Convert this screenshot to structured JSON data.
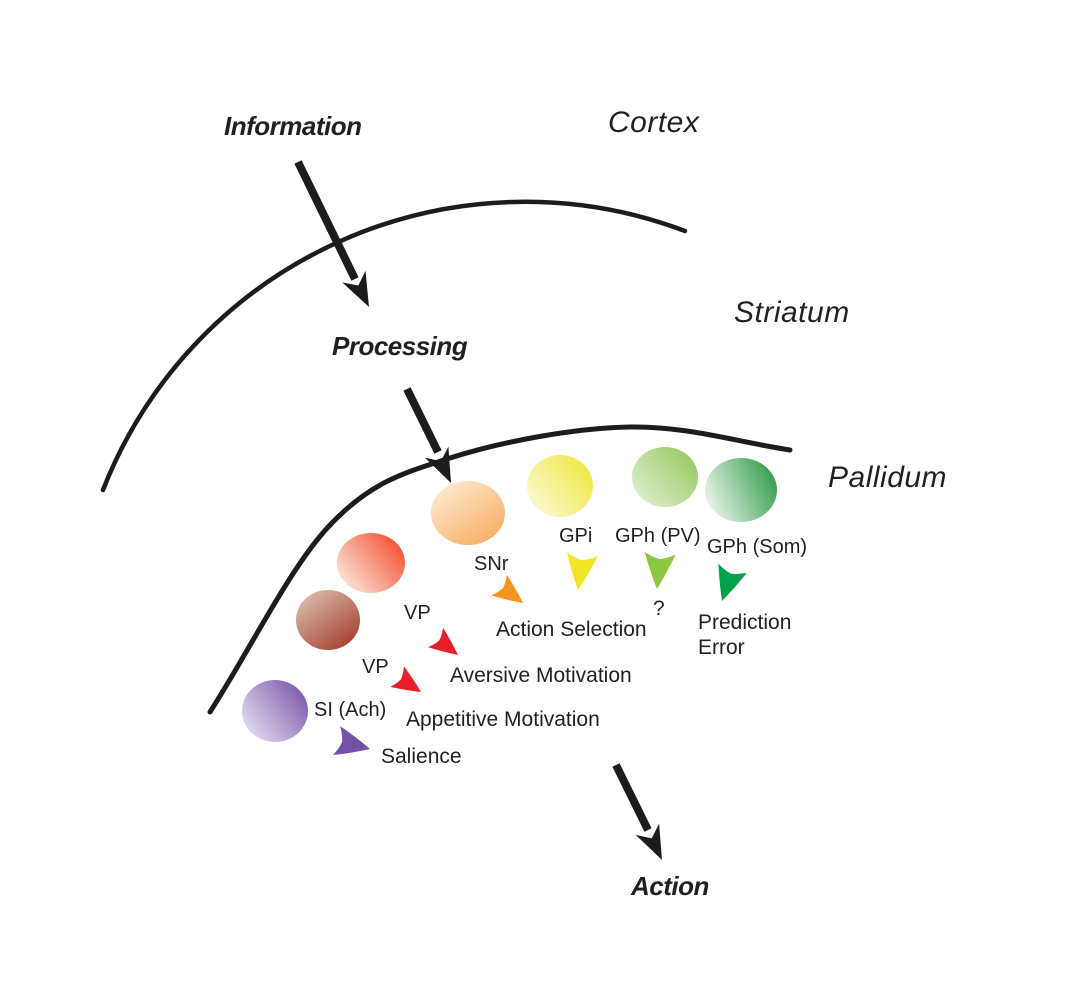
{
  "diagram": {
    "flow": {
      "information": "Information",
      "processing": "Processing",
      "action": "Action"
    },
    "regions": {
      "cortex": "Cortex",
      "striatum": "Striatum",
      "pallidum": "Pallidum"
    },
    "nuclei": [
      {
        "label": "SI (Ach)",
        "function": "Salience",
        "circle_light": "#e7e2f2",
        "circle_dark": "#7a54aa",
        "arrow_color": "#7351a5"
      },
      {
        "label": "VP",
        "function": "Appetitive Motivation",
        "circle_light": "#ddc3b5",
        "circle_dark": "#a23724",
        "arrow_color": "#e8202c"
      },
      {
        "label": "VP",
        "function": "Aversive Motivation",
        "circle_light": "#fdece2",
        "circle_dark": "#f24a2a",
        "arrow_color": "#e8202c"
      },
      {
        "label": "SNr",
        "function": "Action Selection",
        "circle_light": "#fdeed7",
        "circle_dark": "#f8a95c",
        "arrow_color": "#f7941d"
      },
      {
        "label": "GPi",
        "function": "Action Selection",
        "circle_light": "#fcfadb",
        "circle_dark": "#eee73b",
        "arrow_color": "#f3e524"
      },
      {
        "label": "GPh (PV)",
        "function": "?",
        "circle_light": "#e3f0d4",
        "circle_dark": "#93c75c",
        "arrow_color": "#8dc63f"
      },
      {
        "label": "GPh (Som)",
        "function": "Prediction Error",
        "circle_light": "#eef5ec",
        "circle_dark": "#319e4c",
        "arrow_color": "#00a14b"
      }
    ],
    "function_labels": {
      "salience": "Salience",
      "appetitive": "Appetitive Motivation",
      "aversive": "Aversive Motivation",
      "action_selection": "Action Selection",
      "unknown": "?",
      "prediction_error": "Prediction Error"
    },
    "ink_color": "#231f20",
    "background": "#ffffff"
  }
}
